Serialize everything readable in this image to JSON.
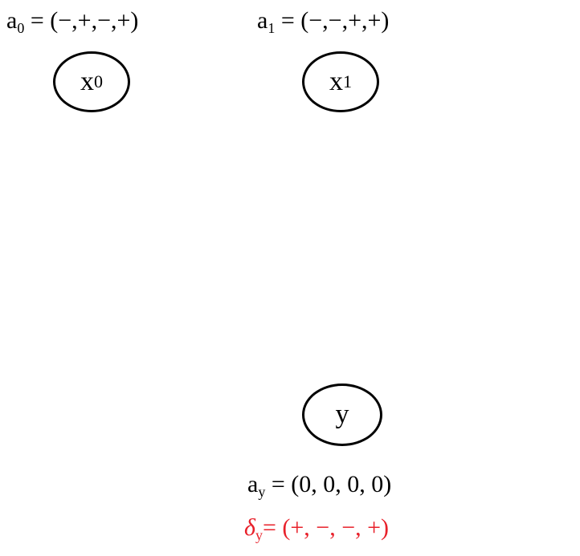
{
  "nodes": {
    "x0": {
      "symbol": "x",
      "subscript": "0"
    },
    "x1": {
      "symbol": "x",
      "subscript": "1"
    },
    "y": {
      "symbol": "y"
    }
  },
  "labels": {
    "a0": {
      "symbol": "a",
      "subscript": "0",
      "value": " = (−,+,−,+)"
    },
    "a1": {
      "symbol": "a",
      "subscript": "1",
      "value": " = (−,−,+,+)"
    },
    "ay": {
      "symbol": "a",
      "subscript": "y",
      "value": " = (0, 0, 0, 0)"
    },
    "delta_y": {
      "symbol": "δ",
      "subscript": "y",
      "value": "= (+, −, −, +)"
    }
  },
  "colors": {
    "stroke": "#000000",
    "highlight": "#e8202a"
  }
}
